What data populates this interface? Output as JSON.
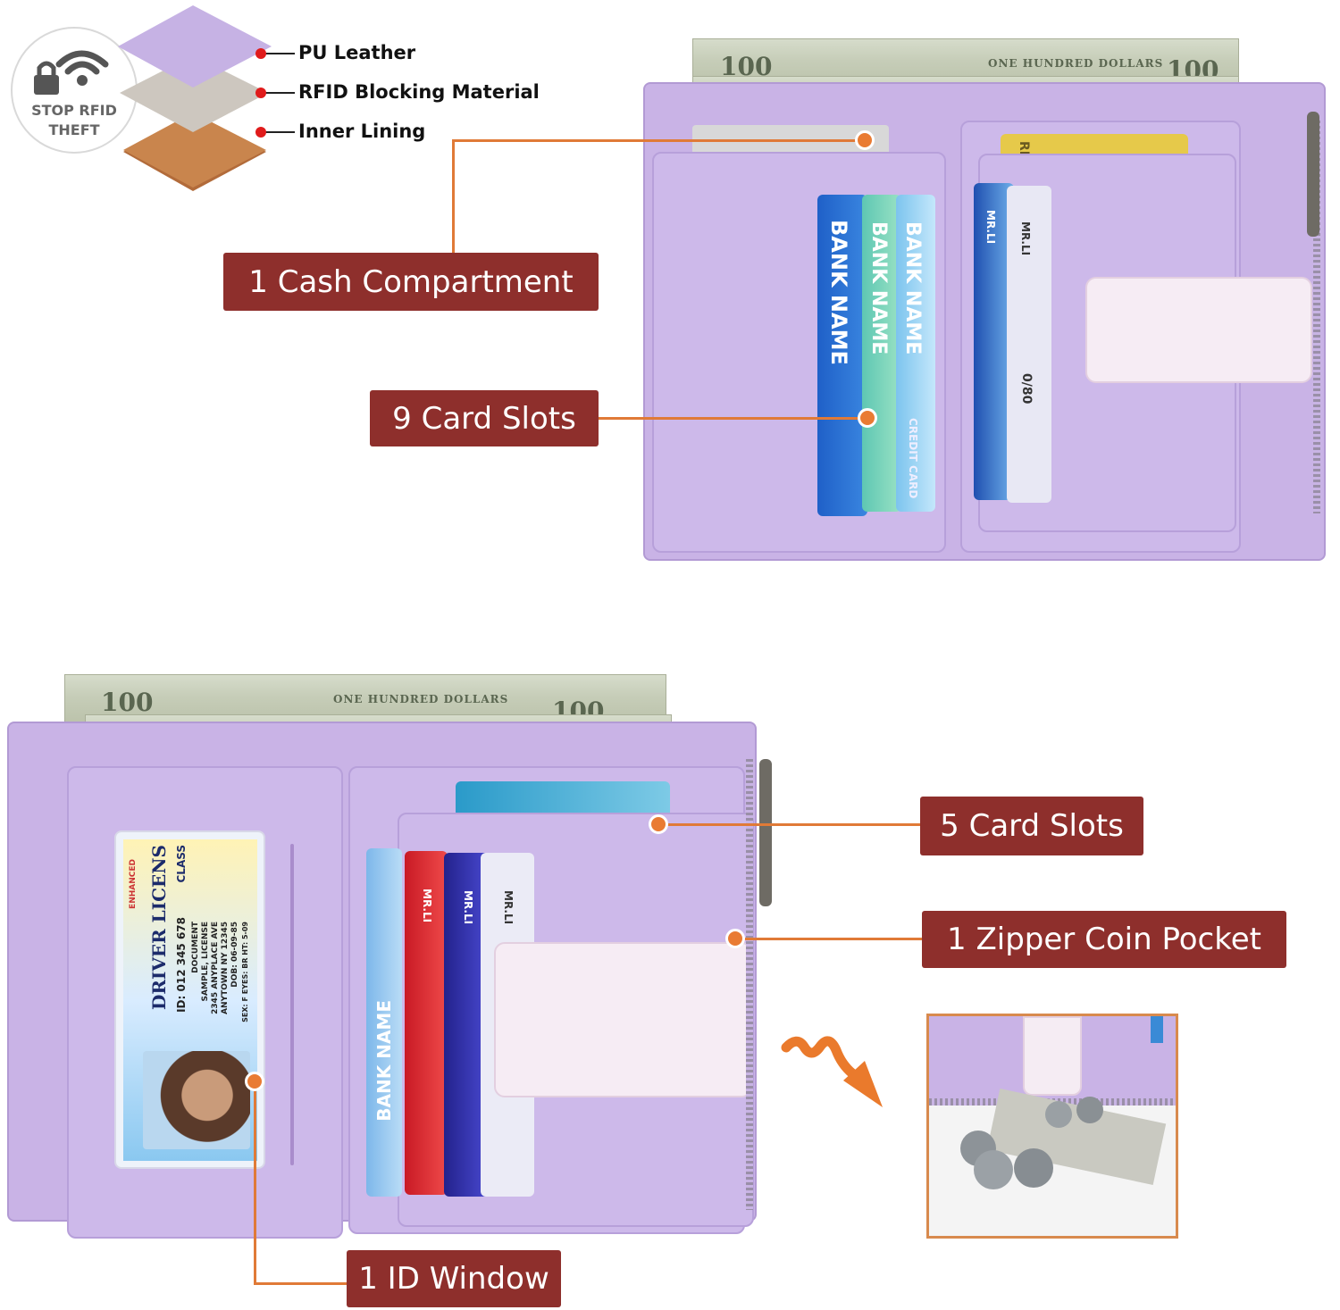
{
  "rfid_badge": {
    "line1": "STOP RFID",
    "line2": "THEFT",
    "icon": "wifi-lock-icon"
  },
  "layers": [
    {
      "label": "PU Leather",
      "color": "#c6b2e4"
    },
    {
      "label": "RFID Blocking Material",
      "color": "#d2ccc4"
    },
    {
      "label": "Inner Lining",
      "color": "#b26b3a"
    }
  ],
  "top_wallet": {
    "bill_text": "ONE HUNDRED DOLLARS",
    "bill_number": "100",
    "callouts": {
      "cash": "1 Cash Compartment",
      "cards": "9 Card Slots"
    },
    "card_texts": {
      "bank1": "BANK NAME",
      "bank2": "BANK NAME",
      "bank3": "BANK NAME",
      "credit": "CREDIT CARD",
      "mr1": "MR.LI",
      "mr2": "MR.LI",
      "partial": "RD",
      "num": "0/80"
    }
  },
  "bottom_wallet": {
    "bill_text": "ONE HUNDRED DOLLARS",
    "bill_number": "100",
    "callouts": {
      "slots": "5 Card Slots",
      "zipper": "1 Zipper Coin Pocket",
      "id": "1 ID Window"
    },
    "card_texts": {
      "mr1": "MR.LI",
      "mr2": "MR.LI",
      "mr3": "MR.LI",
      "bank": "BANK NAME"
    },
    "license": {
      "title": "DRIVER LICENS",
      "class": "CLASS",
      "enhanced": "ENHANCED",
      "id": "ID: 012 345 678",
      "l1": "DOCUMENT",
      "l2": "SAMPLE, LICENSE",
      "l3": "2345 ANYPLACE AVE",
      "l4": "ANYTOWN NY 12345",
      "dob": "DOB: 06-09-85",
      "misc": "SEX: F  EYES: BR  HT: 5-09"
    }
  },
  "colors": {
    "callout_bg": "#8e2f2c",
    "accent_orange": "#e97b33",
    "wallet_purple": "#c9b3e6"
  }
}
